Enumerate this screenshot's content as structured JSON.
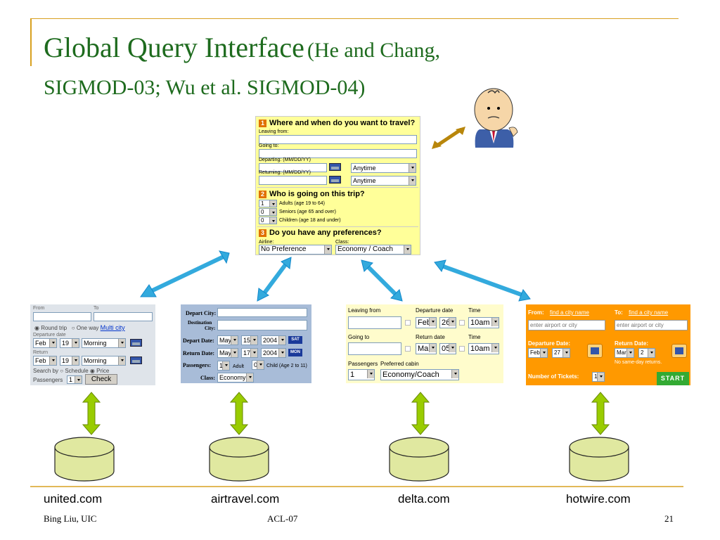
{
  "slide": {
    "title": "Global Query Interface",
    "title_cite_1": "(He and Chang,",
    "title_cite_2": "SIGMOD-03; Wu et al. SIGMOD-04)",
    "footer_left": "Bing Liu, UIC",
    "footer_center": "ACL-07",
    "footer_right": "21"
  },
  "colors": {
    "title": "#1e6b1e",
    "accent_rule": "#d8a020",
    "green_arrow": "#99cc00",
    "blue_arrow": "#33aadd",
    "db_fill": "#e0e8a0"
  },
  "global": {
    "sec1": "1",
    "sec1_title": "Where and when do you want to travel?",
    "leaving": "Leaving from:",
    "going": "Going to:",
    "departing": "Departing: (MM/DD/YY)",
    "returning": "Returning: (MM/DD/YY)",
    "time1": "Anytime",
    "time2": "Anytime",
    "sec2": "2",
    "sec2_title": "Who is going on this trip?",
    "adults_val": "1",
    "adults": "Adults (age 19 to 64)",
    "seniors_val": "0",
    "seniors": "Seniors (age 65 and over)",
    "children_val": "0",
    "children": "Children (age 18 and under)",
    "sec3": "3",
    "sec3_title": "Do you have any preferences?",
    "airline_label": "Airline:",
    "class_label": "Class:",
    "airline": "No Preference",
    "class": "Economy / Coach"
  },
  "united": {
    "from": "From",
    "to": "To",
    "round": "Round trip",
    "oneway": "One way",
    "multi": "Multi city",
    "dep": "Departure date",
    "dep_m": "Feb",
    "dep_d": "19",
    "dep_t": "Morning",
    "ret": "Return",
    "ret_m": "Feb",
    "ret_d": "19",
    "ret_t": "Morning",
    "search": "Search by",
    "sched": "Schedule",
    "price": "Price",
    "pass": "Passengers",
    "pass_val": "1",
    "check": "Check"
  },
  "airtravel": {
    "depcity": "Depart City:",
    "dest": "Destination",
    "city": "City:",
    "dep_date": "Depart Date:",
    "dm": "May",
    "dd": "15",
    "dy": "2004",
    "dday": "SAT",
    "ret_date": "Return Date:",
    "rm": "May",
    "rd": "17",
    "ry": "2004",
    "rday": "MON",
    "pass": "Passengers:",
    "pass_val": "1",
    "adult": "Adult",
    "child_val": "0",
    "child": "Child (Age 2 to 11)",
    "class": "Class:",
    "class_val": "Economy"
  },
  "delta": {
    "leaving": "Leaving from",
    "depdate": "Departure date",
    "time": "Time",
    "dm": "Feb",
    "dd": "26",
    "dt": "10am",
    "going": "Going to",
    "retdate": "Return date",
    "time2": "Time",
    "rm": "Mar",
    "rd": "05",
    "rt": "10am",
    "pass": "Passengers",
    "cabin": "Preferred cabin",
    "pass_val": "1",
    "cabin_val": "Economy/Coach"
  },
  "hotwire": {
    "from": "From:",
    "find1": "find a city name",
    "to": "To:",
    "find2": "find a city name",
    "ph1": "enter airport or city",
    "ph2": "enter airport or city",
    "dep": "Departure Date:",
    "dm": "Feb",
    "dd": "27",
    "ret": "Return Date:",
    "rm": "Mar",
    "rd": "2",
    "nosame": "No same-day returns.",
    "tickets": "Number of Tickets:",
    "tick_val": "1",
    "start": "START"
  },
  "sites": {
    "s1": "united.com",
    "s2": "airtravel.com",
    "s3": "delta.com",
    "s4": "hotwire.com"
  }
}
